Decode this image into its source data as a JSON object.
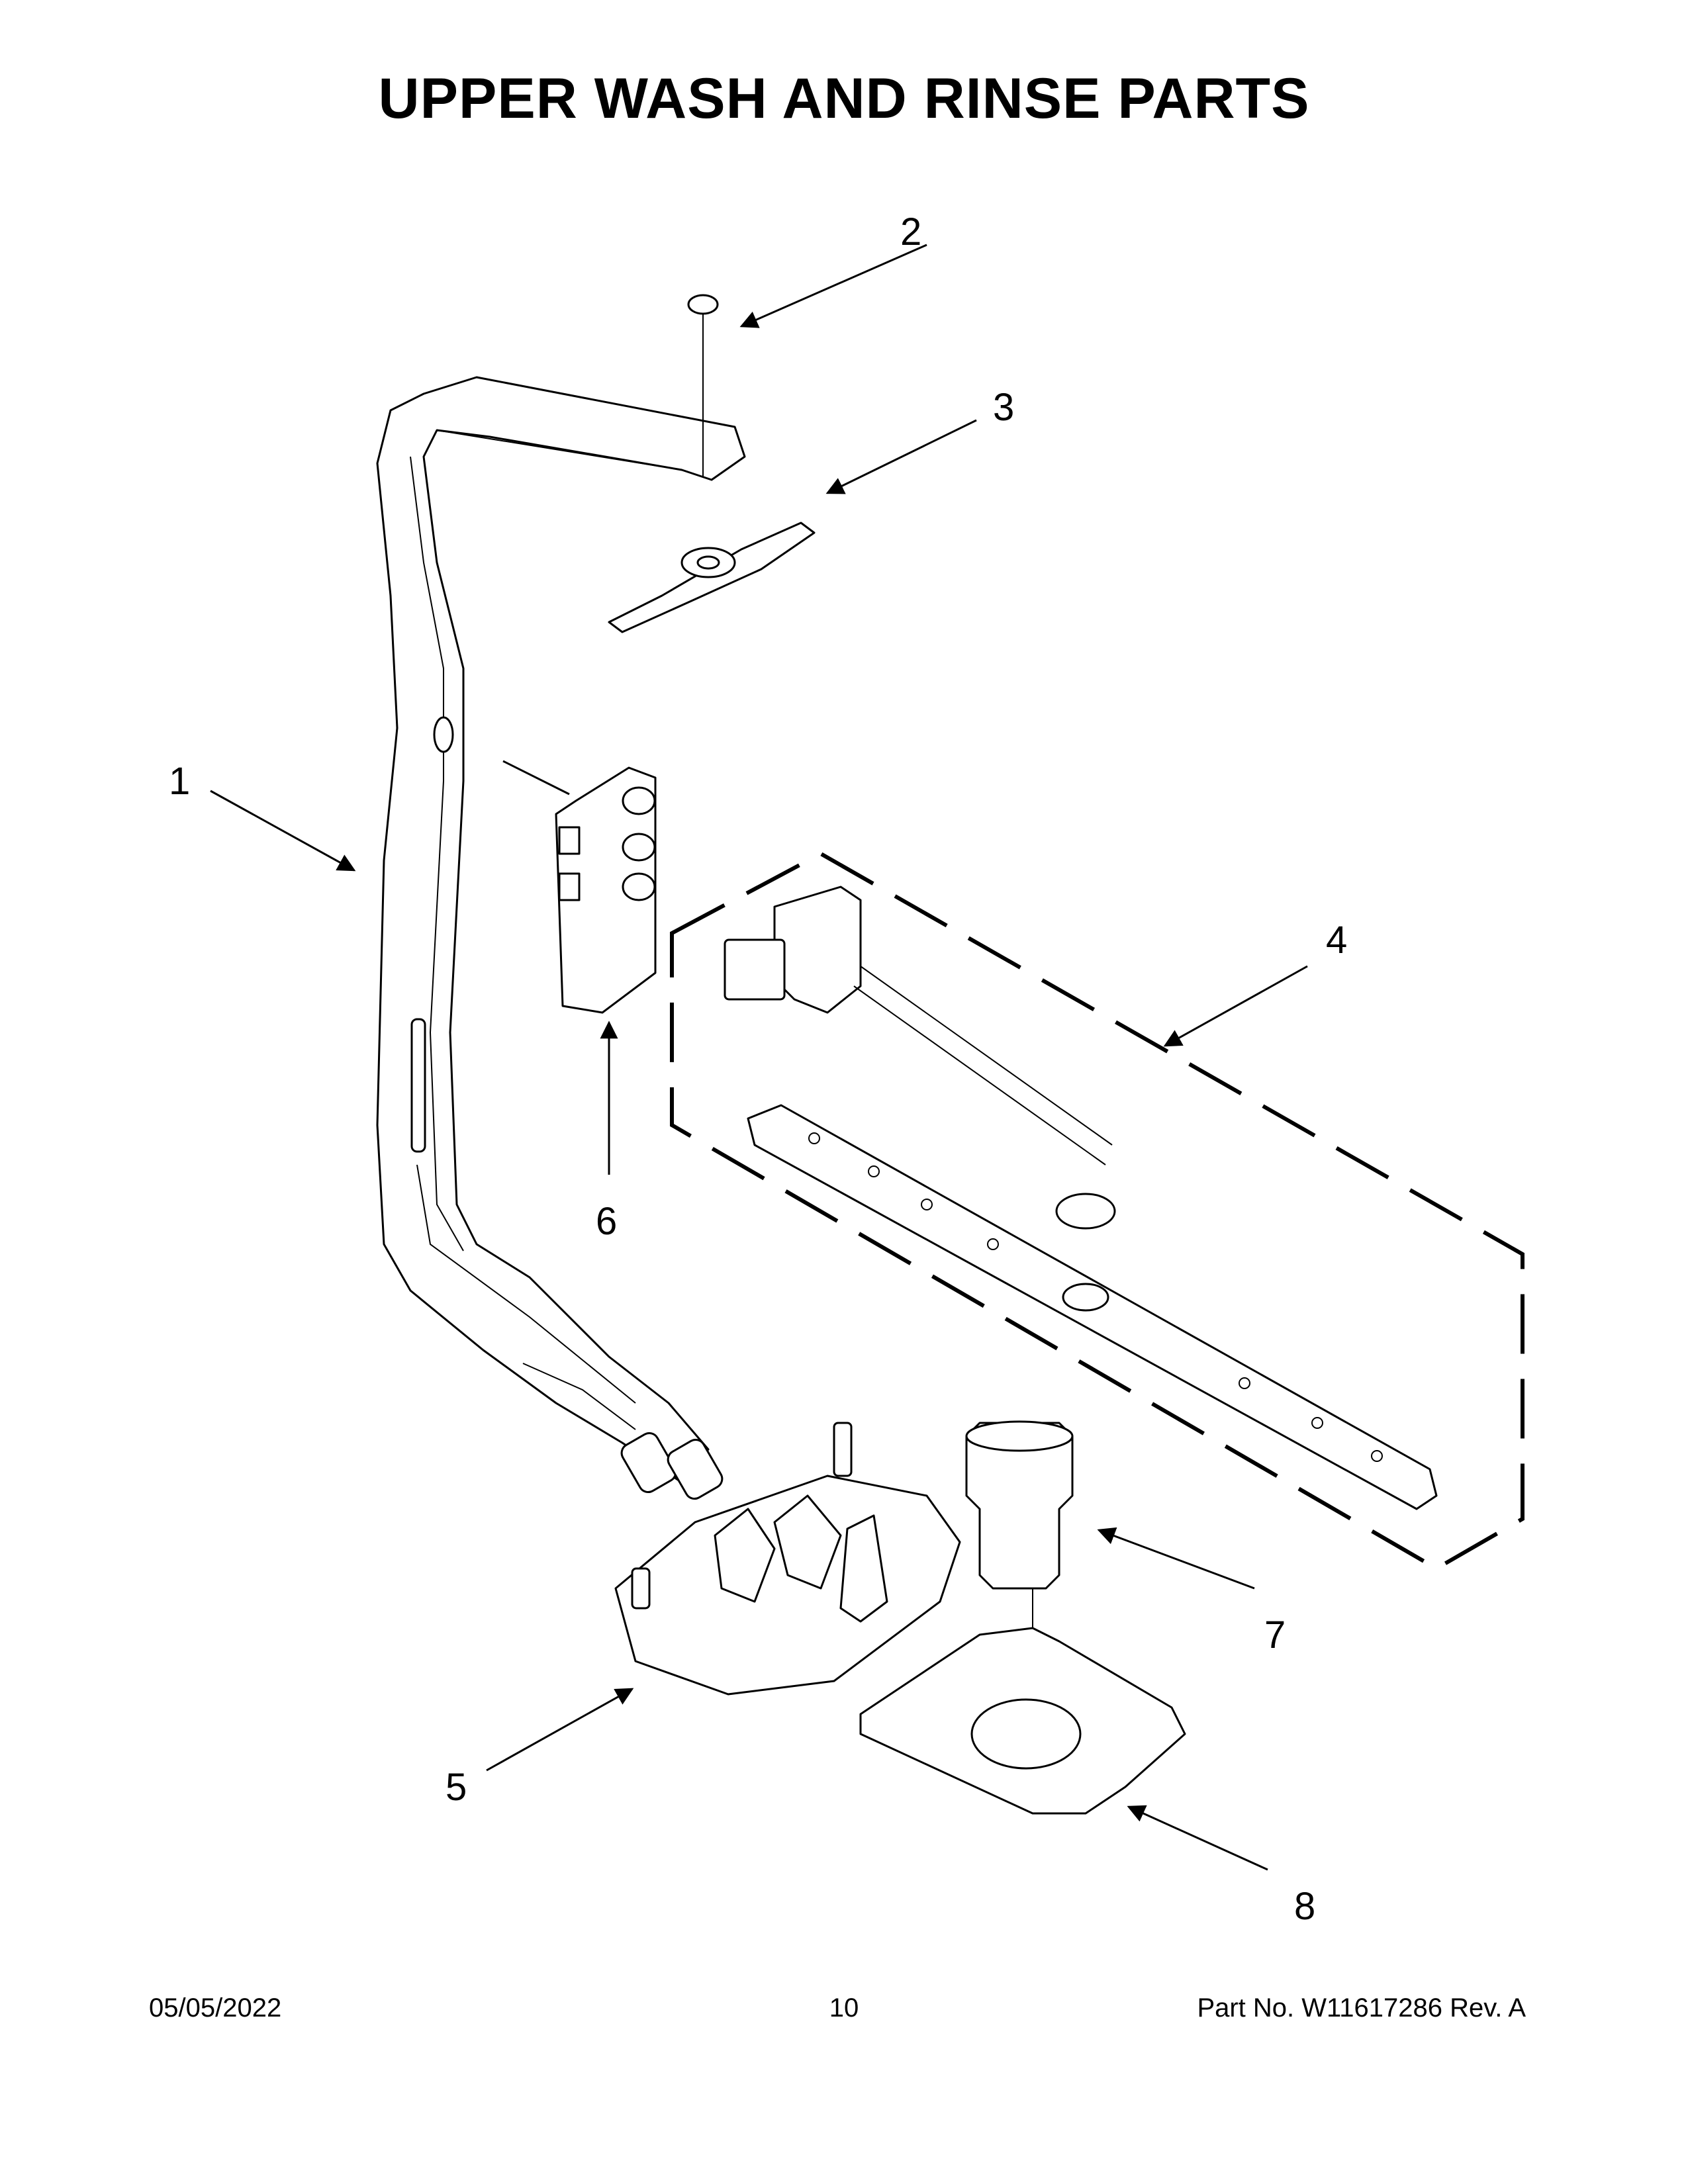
{
  "title": "UPPER WASH AND RINSE PARTS",
  "callouts": [
    {
      "id": "1",
      "label": "1"
    },
    {
      "id": "2",
      "label": "2"
    },
    {
      "id": "3",
      "label": "3"
    },
    {
      "id": "4",
      "label": "4"
    },
    {
      "id": "5",
      "label": "5"
    },
    {
      "id": "6",
      "label": "6"
    },
    {
      "id": "7",
      "label": "7"
    },
    {
      "id": "8",
      "label": "8"
    }
  ],
  "footer": {
    "date": "05/05/2022",
    "page": "10",
    "part_no": "Part No.  W11617286  Rev.  A"
  }
}
